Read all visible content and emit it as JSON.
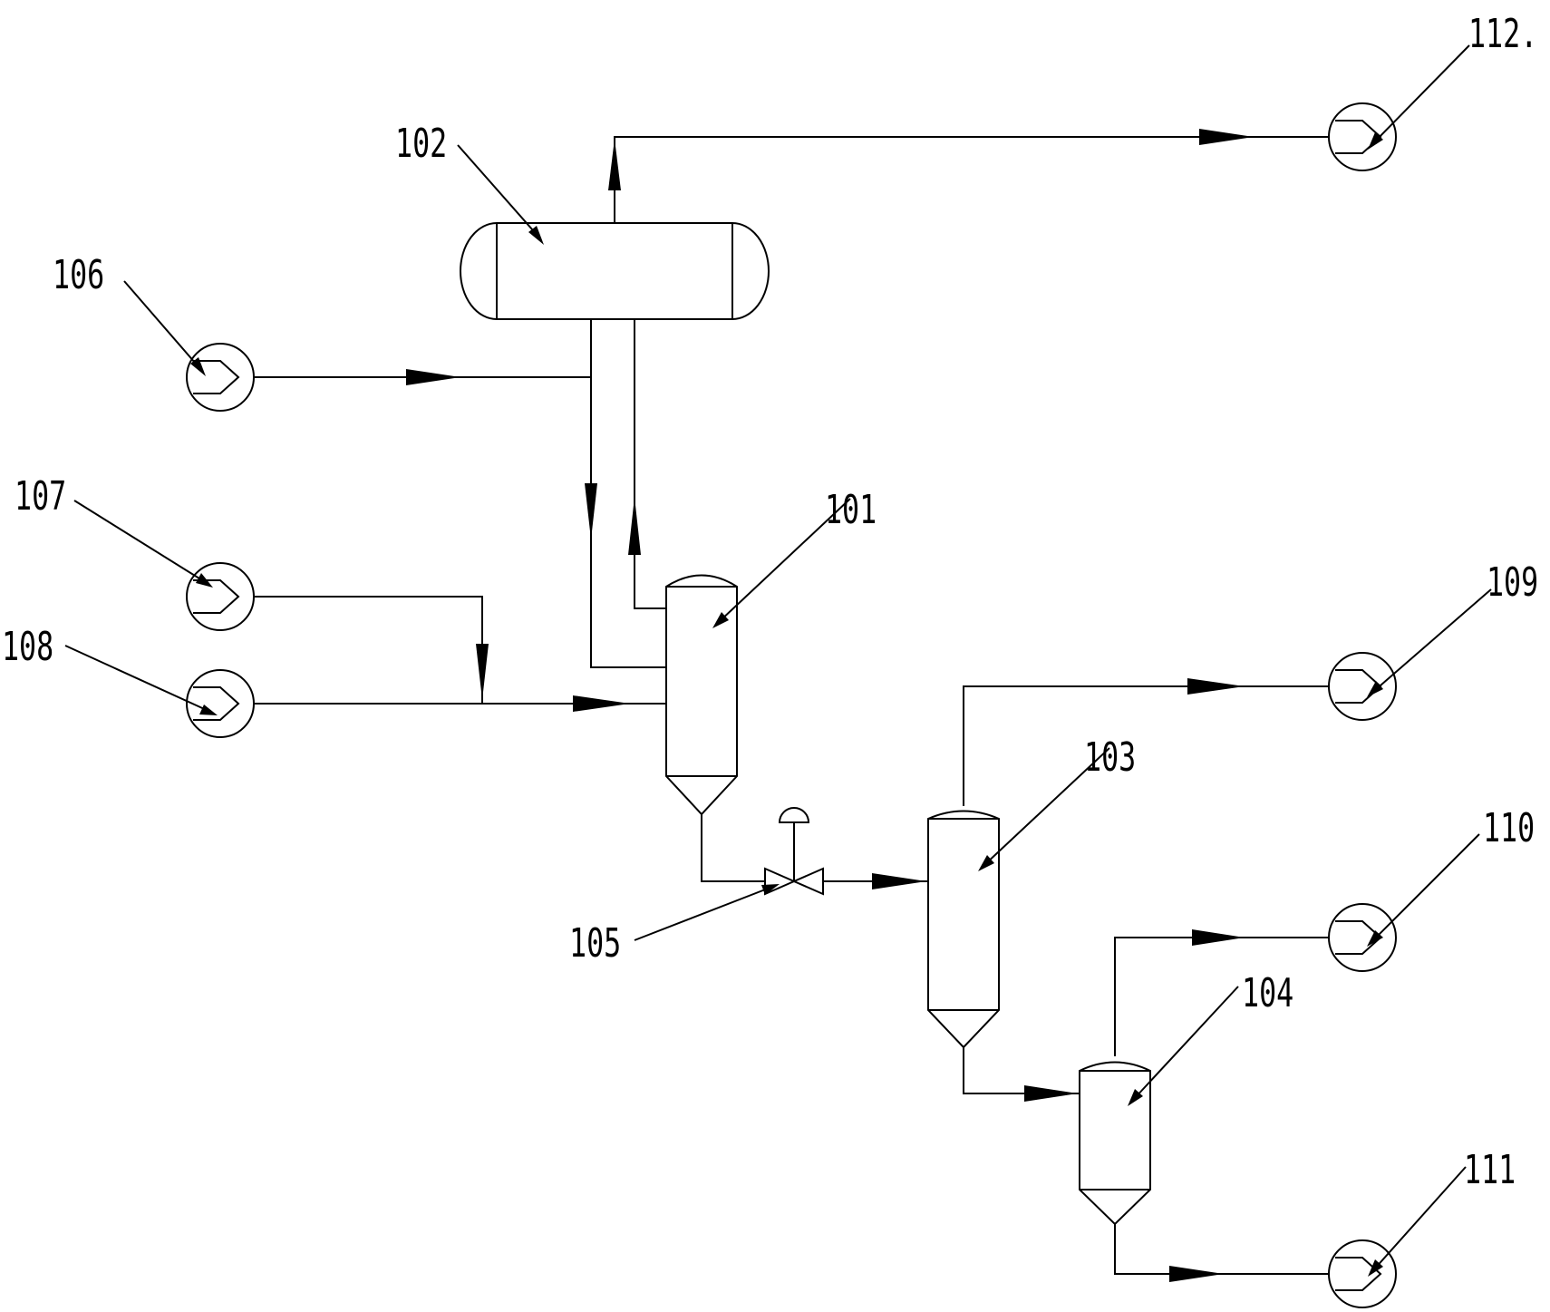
{
  "labels": {
    "e101": "101",
    "e102": "102",
    "e103": "103",
    "e104": "104",
    "e105": "105",
    "e106": "106",
    "e107": "107",
    "e108": "108",
    "e109": "109",
    "e110": "110",
    "e111": "111",
    "e112": "112."
  },
  "colors": {
    "line": "#000000",
    "background": "#ffffff"
  },
  "icons": {
    "stream": "stream-connector-icon",
    "valve": "control-valve-icon"
  }
}
